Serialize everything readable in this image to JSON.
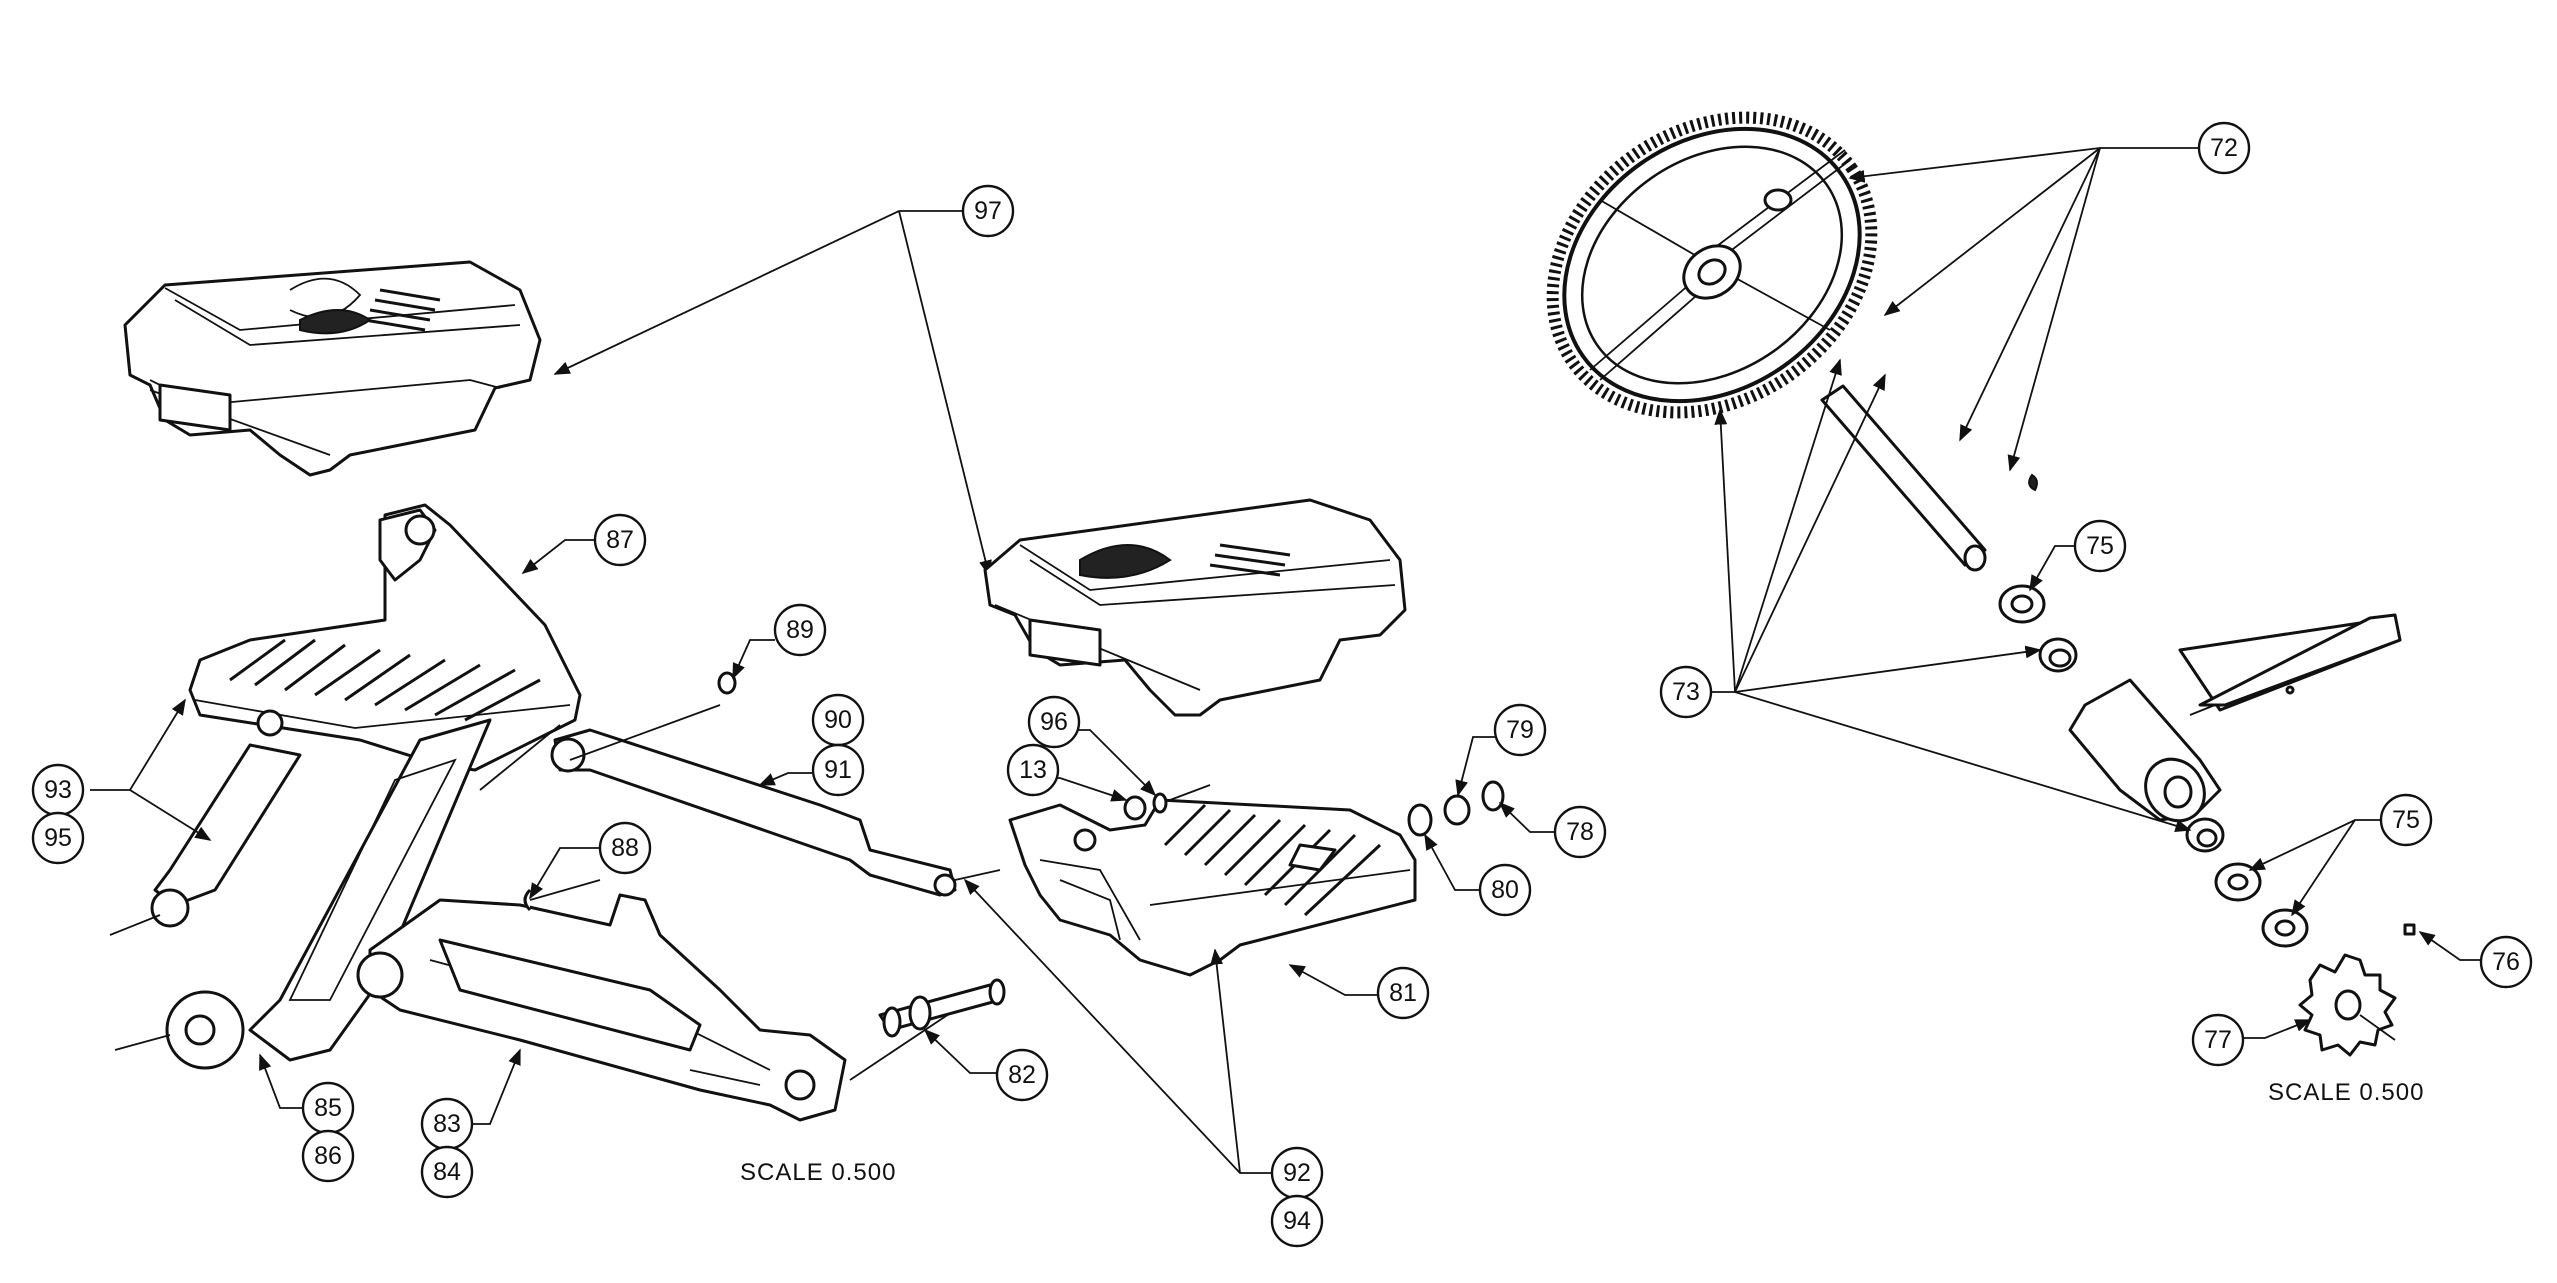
{
  "scale_labels": {
    "left": "SCALE 0.500",
    "right": "SCALE 0.500"
  },
  "callouts": {
    "c97": "97",
    "c87": "87",
    "c89": "89",
    "c90": "90",
    "c91": "91",
    "c96": "96",
    "c13": "13",
    "c79": "79",
    "c78": "78",
    "c80": "80",
    "c88": "88",
    "c93": "93",
    "c95": "95",
    "c85": "85",
    "c86": "86",
    "c83": "83",
    "c84": "84",
    "c82": "82",
    "c81": "81",
    "c92": "92",
    "c94": "94",
    "c72": "72",
    "c73": "73",
    "c75a": "75",
    "c75b": "75",
    "c76": "76",
    "c77": "77"
  },
  "icons": [
    "arrowhead-icon"
  ]
}
